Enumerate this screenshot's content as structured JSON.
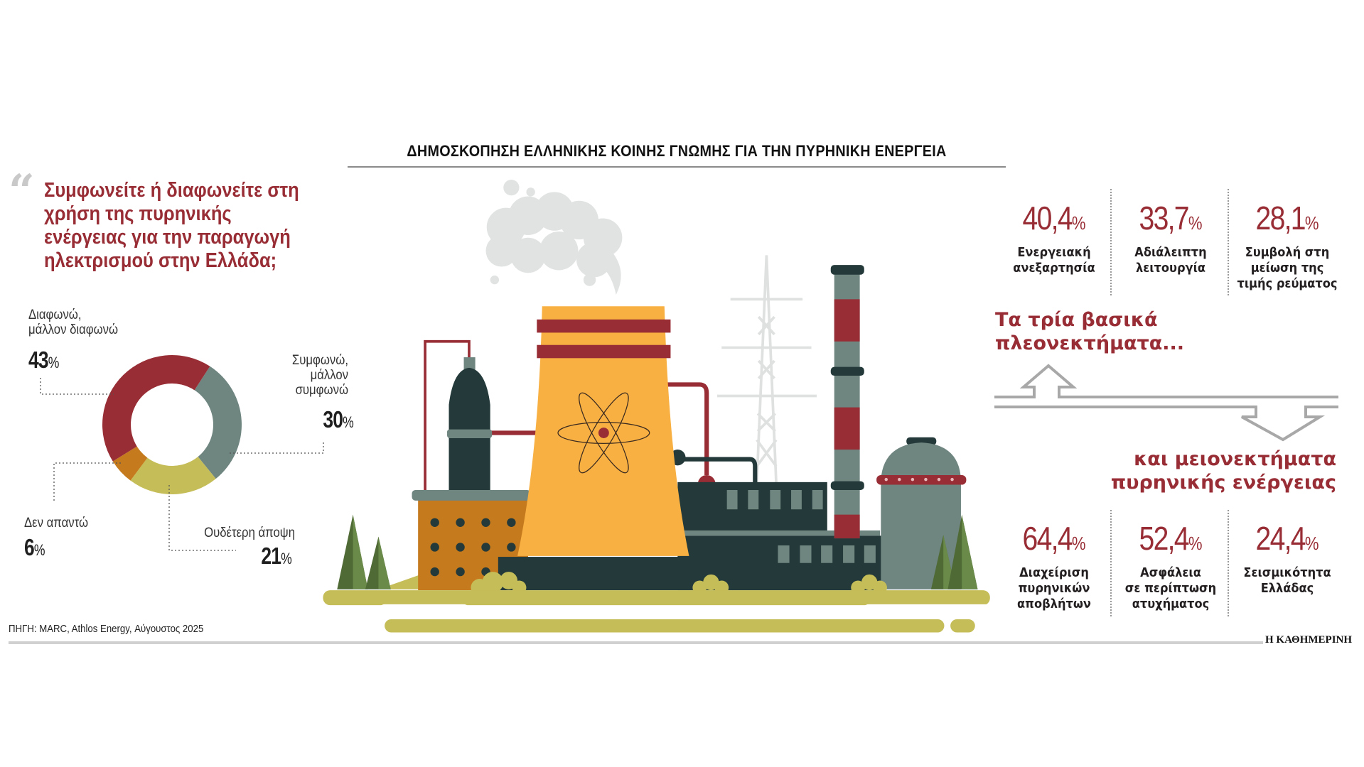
{
  "title": "ΔΗΜΟΣΚΟΠΗΣΗ ΕΛΛΗΝΙΚΗΣ ΚΟΙΝΗΣ ΓΝΩΜΗΣ ΓΙΑ ΤΗΝ ΠΥΡΗΝΙΚΗ ΕΝΕΡΓΕΙΑ",
  "quote_mark": "“",
  "question": "Συμφωνείτε ή διαφωνείτε στη χρήση της πυρηνικής ενέργειας για την παραγωγή ηλεκτρισμού στην Ελλάδα;",
  "chart_data": {
    "type": "pie",
    "subtype": "donut",
    "title": "Συμφωνείτε ή διαφωνείτε στη χρήση της πυρηνικής ενέργειας για την παραγωγή ηλεκτρισμού στην Ελλάδα;",
    "unit": "%",
    "slices": [
      {
        "label": "Συμφωνώ, μάλλον συμφωνώ",
        "label_lines": [
          "Συμφωνώ,",
          "μάλλον",
          "συμφωνώ"
        ],
        "value": 30,
        "display": "30",
        "color": "#6f8580"
      },
      {
        "label": "Ουδέτερη άποψη",
        "label_lines": [
          "Ουδέτερη άποψη"
        ],
        "value": 21,
        "display": "21",
        "color": "#c5bd57"
      },
      {
        "label": "Δεν απαντώ",
        "label_lines": [
          "Δεν απαντώ"
        ],
        "value": 6,
        "display": "6",
        "color": "#c57a1e"
      },
      {
        "label": "Διαφωνώ, μάλλον διαφωνώ",
        "label_lines": [
          "Διαφωνώ,",
          "μάλλον διαφωνώ"
        ],
        "value": 43,
        "display": "43",
        "color": "#982d35"
      }
    ],
    "start_angle_deg": 33
  },
  "pct_sign": "%",
  "advantages": {
    "heading_lines": [
      "Τα τρία βασικά",
      "πλεονεκτήματα..."
    ],
    "items": [
      {
        "value": "40,4",
        "label_lines": [
          "Ενεργειακή",
          "ανεξαρτησία"
        ]
      },
      {
        "value": "33,7",
        "label_lines": [
          "Αδιάλειπτη",
          "λειτουργία"
        ]
      },
      {
        "value": "28,1",
        "label_lines": [
          "Συμβολή στη",
          "μείωση της",
          "τιμής ρεύματος"
        ]
      }
    ]
  },
  "disadvantages": {
    "heading_lines": [
      "και μειονεκτήματα",
      "πυρηνικής ενέργειας"
    ],
    "items": [
      {
        "value": "64,4",
        "label_lines": [
          "Διαχείριση",
          "πυρηνικών",
          "αποβλήτων"
        ]
      },
      {
        "value": "52,4",
        "label_lines": [
          "Ασφάλεια",
          "σε περίπτωση",
          "ατυχήματος"
        ]
      },
      {
        "value": "24,4",
        "label_lines": [
          "Σεισμικότητα",
          "Ελλάδας"
        ]
      }
    ]
  },
  "source": "ΠΗΓΗ: MARC, Athlos Energy, Αύγουστος 2025",
  "brand": "Η ΚΑΘΗΜΕΡΙΝΗ",
  "colors": {
    "accent": "#982d35",
    "gray": "#6f8580",
    "dark": "#243a3a",
    "tower": "#f8b042",
    "ochre": "#c57a1e",
    "ground": "#c5bd57"
  }
}
